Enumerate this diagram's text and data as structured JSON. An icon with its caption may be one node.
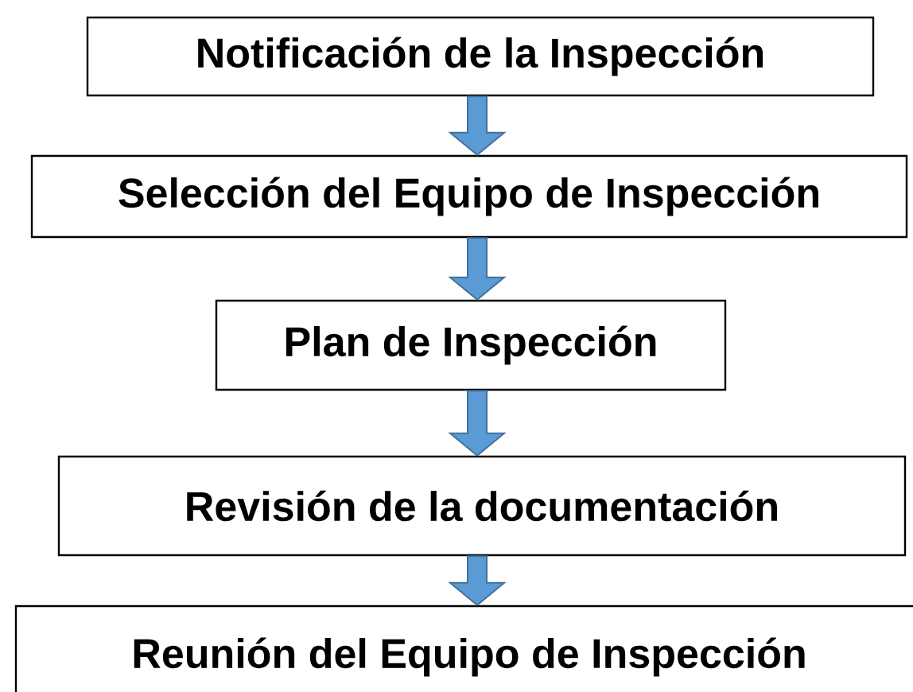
{
  "diagram": {
    "nodes": [
      {
        "text": [
          "Notificación de la Inspección"
        ]
      },
      {
        "text": [
          "Selección del Equipo de Inspección"
        ]
      },
      {
        "text": [
          "Plan de Inspección"
        ]
      },
      {
        "text": [
          "Revisión de la documentación"
        ]
      },
      {
        "text": [
          "Reunión del Equipo de Inspección"
        ]
      }
    ],
    "edges": [
      {
        "from": 0,
        "to": 1,
        "arrow": "to"
      },
      {
        "from": 1,
        "to": 2,
        "arrow": "to"
      },
      {
        "from": 2,
        "to": 3,
        "arrow": "to"
      },
      {
        "from": 3,
        "to": 4,
        "arrow": "to"
      }
    ]
  }
}
